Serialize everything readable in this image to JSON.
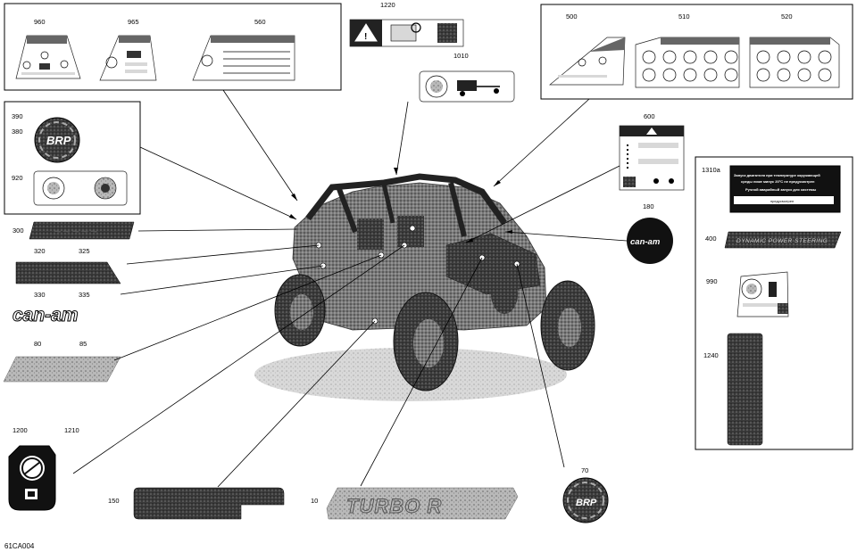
{
  "labels": {
    "l960": "960",
    "l965": "965",
    "l560": "560",
    "l1220": "1220",
    "l1010": "1010",
    "l500": "500",
    "l510": "510",
    "l520": "520",
    "l390": "390",
    "l380": "380",
    "l920": "920",
    "l600": "600",
    "l180": "180",
    "l300": "300",
    "l320": "320",
    "l325": "325",
    "l330": "330",
    "l335": "335",
    "l80": "80",
    "l85": "85",
    "l1200": "1200",
    "l1210": "1210",
    "l150": "150",
    "l10": "10",
    "l70": "70",
    "l1310a": "1310a",
    "l400": "400",
    "l990": "990",
    "l1240": "1240"
  },
  "decals": {
    "brp_logo": "BRP",
    "can_am_black": "can-am",
    "can_am_outline": "can-am",
    "turbo_r": "TURBO R",
    "dynamic_power_steering": "DYNAMIC POWER STEERING",
    "warning_line1": "Запуск двигателя при температуре окружающей",
    "warning_line2": "среды ниже минус 20°С не предусмотрен",
    "warning_line3": "Ручной аварийный запуск для системы",
    "warning_line4": "предусмотрен"
  },
  "diagram_code": "61CA004",
  "colors": {
    "line": "#000000",
    "grey": "#9a9a9a",
    "dark": "#333333"
  }
}
